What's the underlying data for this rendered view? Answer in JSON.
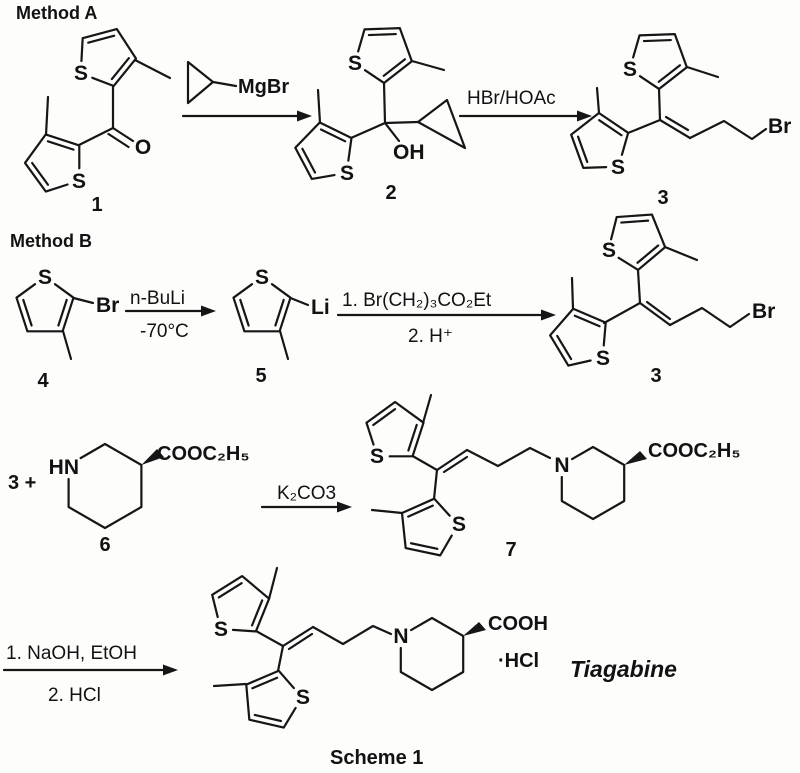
{
  "scheme": {
    "title": "Scheme 1",
    "method_a_heading": "Method A",
    "method_b_heading": "Method B",
    "product_name": "Tiagabine",
    "salt": "·HCl",
    "plus_three": "3 +"
  },
  "compound_numbers": {
    "c1": "1",
    "c2": "2",
    "c3": "3",
    "c4": "4",
    "c5": "5",
    "c6": "6",
    "c7": "7"
  },
  "atom_labels": {
    "sulfur": "S",
    "oxygen": "O",
    "hydroxyl": "OH",
    "bromine": "Br",
    "lithium": "Li",
    "nitrogen": "N",
    "amine": "HN",
    "ester": "COOC₂H₅",
    "acid": "COOH",
    "grignard": "MgBr"
  },
  "arrow_labels": {
    "hbr_hoac": "HBr/HOAc",
    "nbuli": "n-BuLi",
    "temp": "-70°C",
    "alkylation_1": "1. Br(CH₂)₃CO₂Et",
    "alkylation_2": "2. H⁺",
    "base": "K₂CO3",
    "hydrolysis_1": "1. NaOH, EtOH",
    "hydrolysis_2": "2. HCl"
  }
}
